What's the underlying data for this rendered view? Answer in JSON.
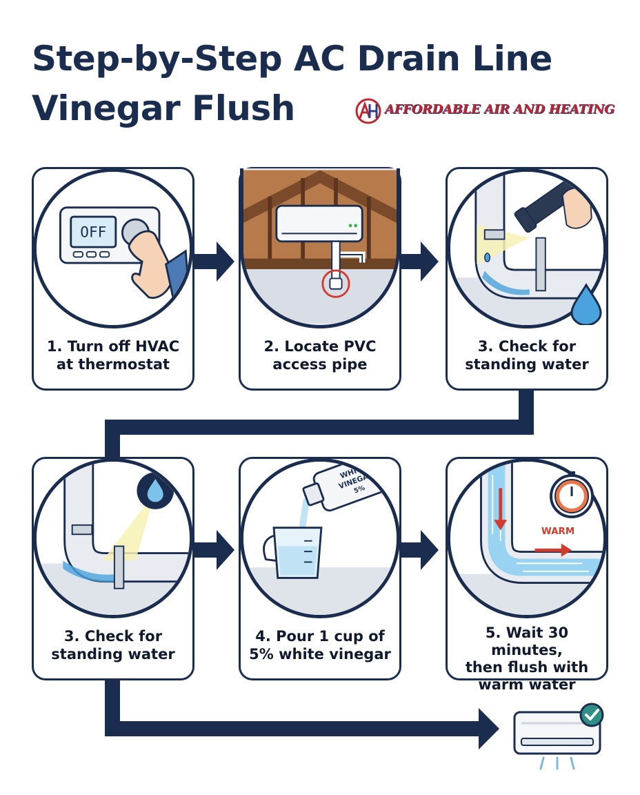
{
  "title": {
    "line1": "Step-by-Step AC Drain Line",
    "line2": "Vinegar Flush"
  },
  "logo": {
    "text": "AFFORDABLE AIR AND HEATING",
    "mark_letters": "AH"
  },
  "colors": {
    "navy": "#1b2d4f",
    "brand_red": "#c0242c",
    "brand_blue": "#2a3e82",
    "water_blue": "#4aa3dc",
    "light_yellow": "#f7f2b5",
    "success_teal": "#2f8f86"
  },
  "steps": [
    {
      "caption_line1": "1. Turn off HVAC",
      "caption_line2": "at thermostat",
      "icon": "thermostat-icon",
      "display": "OFF"
    },
    {
      "caption_line1": "2. Locate PVC",
      "caption_line2": "access pipe",
      "icon": "indoor-unit-pipe-icon"
    },
    {
      "caption_line1": "3. Check for",
      "caption_line2": "standing water",
      "icon": "flashlight-pipe-icon"
    },
    {
      "caption_line1": "3. Check for",
      "caption_line2": "standing water",
      "icon": "water-drop-pipe-icon"
    },
    {
      "caption_line1": "4. Pour 1 cup of",
      "caption_line2": "5% white vinegar",
      "icon": "vinegar-pour-icon",
      "bottle_label_line1": "WHITE",
      "bottle_label_line2": "VINEGAR",
      "bottle_label_line3": "5%"
    },
    {
      "caption_line1": "5. Wait 30 minutes,",
      "caption_line2": "then flush with",
      "caption_line3": "warm water",
      "icon": "warm-flush-timer-icon",
      "pipe_label": "WARM"
    }
  ],
  "final_icon": "ac-unit-check-icon"
}
